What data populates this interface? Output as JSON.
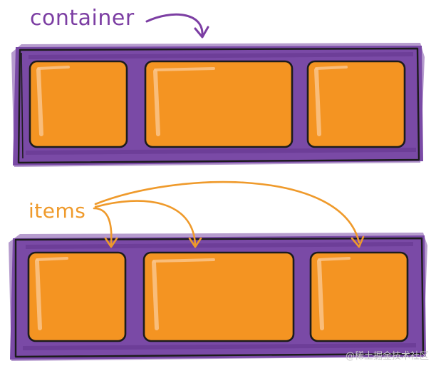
{
  "labels": {
    "container": "container",
    "items": "items"
  },
  "watermark": "@稀土掘金技术社区",
  "colors": {
    "container_fill": "#7a4aa6",
    "container_dark": "#5e3188",
    "item_fill": "#f49422",
    "item_highlight": "#fbc58a",
    "outline": "#1c1c1c",
    "container_label": "#7c3ea3",
    "items_label": "#ef9a2b"
  },
  "icons": {
    "container_arrow": "curved-arrow-down-icon",
    "items_arrows": "curved-arrow-down-icon"
  }
}
